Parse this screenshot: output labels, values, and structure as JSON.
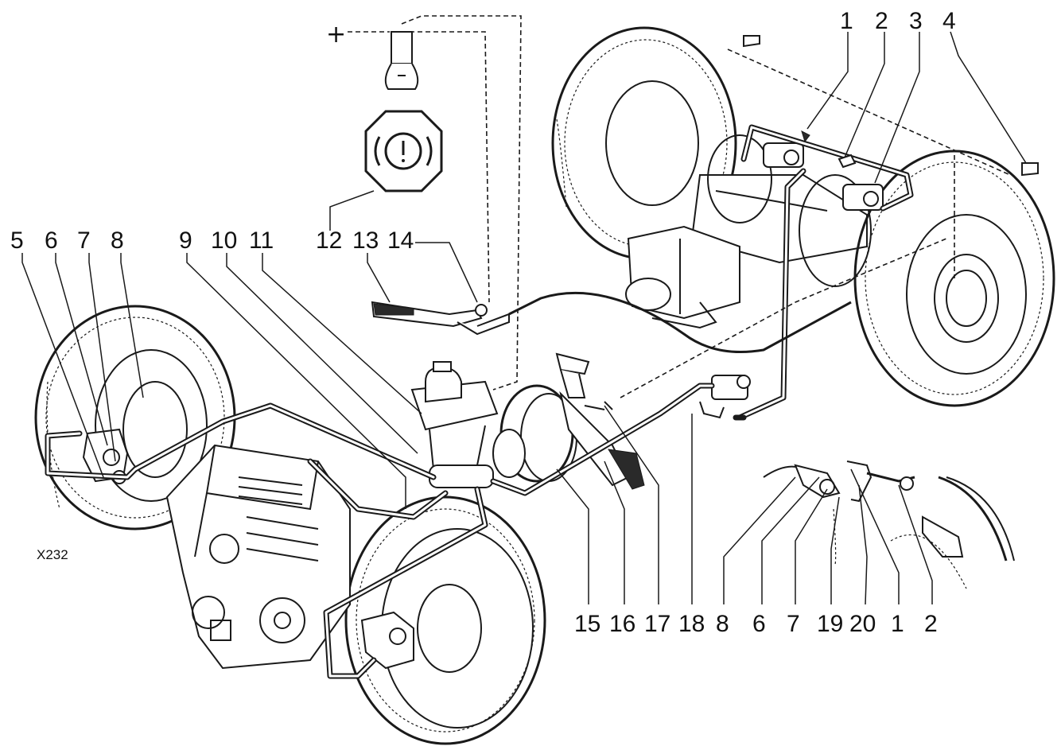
{
  "diagram": {
    "reference_code": "X232",
    "plus_symbol": "+",
    "callouts": {
      "c1_top": "1",
      "c2_top": "2",
      "c3": "3",
      "c4": "4",
      "c5": "5",
      "c6_left": "6",
      "c7_left": "7",
      "c8_left": "8",
      "c9": "9",
      "c10": "10",
      "c11": "11",
      "c12": "12",
      "c13": "13",
      "c14": "14",
      "c15": "15",
      "c16": "16",
      "c17": "17",
      "c18": "18",
      "c8_right": "8",
      "c6_right": "6",
      "c7_right": "7",
      "c19": "19",
      "c20": "20",
      "c1_bottom": "1",
      "c2_bottom": "2"
    },
    "icons": {
      "warning_lamp": "bulb-icon",
      "warning_symbol": "brake-warning-icon"
    }
  }
}
